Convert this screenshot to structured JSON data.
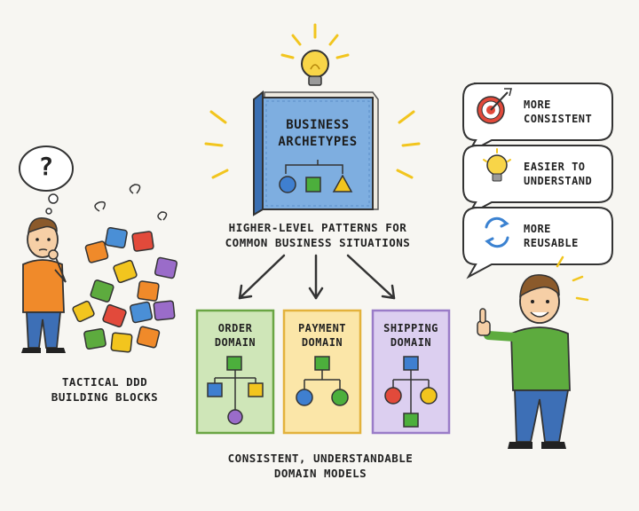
{
  "book": {
    "title_line1": "BUSINESS",
    "title_line2": "ARCHETYPES"
  },
  "subtitle": {
    "line1": "HIGHER-LEVEL PATTERNS FOR",
    "line2": "COMMON BUSINESS SITUATIONS"
  },
  "left": {
    "thought_symbol": "?",
    "caption_line1": "TACTICAL DDD",
    "caption_line2": "BUILDING BLOCKS"
  },
  "domains": [
    {
      "line1": "ORDER",
      "line2": "DOMAIN",
      "color": "#8cc266"
    },
    {
      "line1": "PAYMENT",
      "line2": "DOMAIN",
      "color": "#f0c24a"
    },
    {
      "line1": "SHIPPING",
      "line2": "DOMAIN",
      "color": "#a989cf"
    }
  ],
  "bottom_caption": {
    "line1": "CONSISTENT, UNDERSTANDABLE",
    "line2": "DOMAIN MODELS"
  },
  "benefits": [
    {
      "icon": "target-icon",
      "line1": "MORE",
      "line2": "CONSISTENT"
    },
    {
      "icon": "lightbulb-icon",
      "line1": "EASIER TO",
      "line2": "UNDERSTAND"
    },
    {
      "icon": "recycle-arrows-icon",
      "line1": "MORE",
      "line2": "REUSABLE"
    }
  ],
  "colors": {
    "blue": "#4a8fd6",
    "green": "#5dab3e",
    "yellow": "#f2c51e",
    "purple": "#9a6cc9",
    "orange": "#f08a2a",
    "red": "#e24a3b"
  }
}
